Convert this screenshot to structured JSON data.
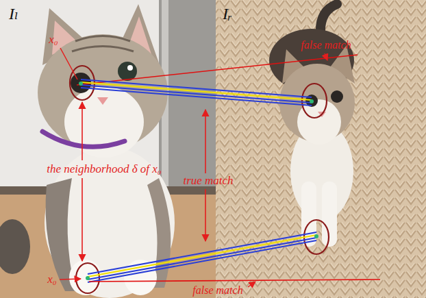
{
  "diagram": {
    "labels": [
      "Iₗ",
      "Iᵣ",
      "false match",
      "x₀",
      "the neighborhood δ of x₀",
      "true match",
      "x₀",
      "false match"
    ]
  }
}
